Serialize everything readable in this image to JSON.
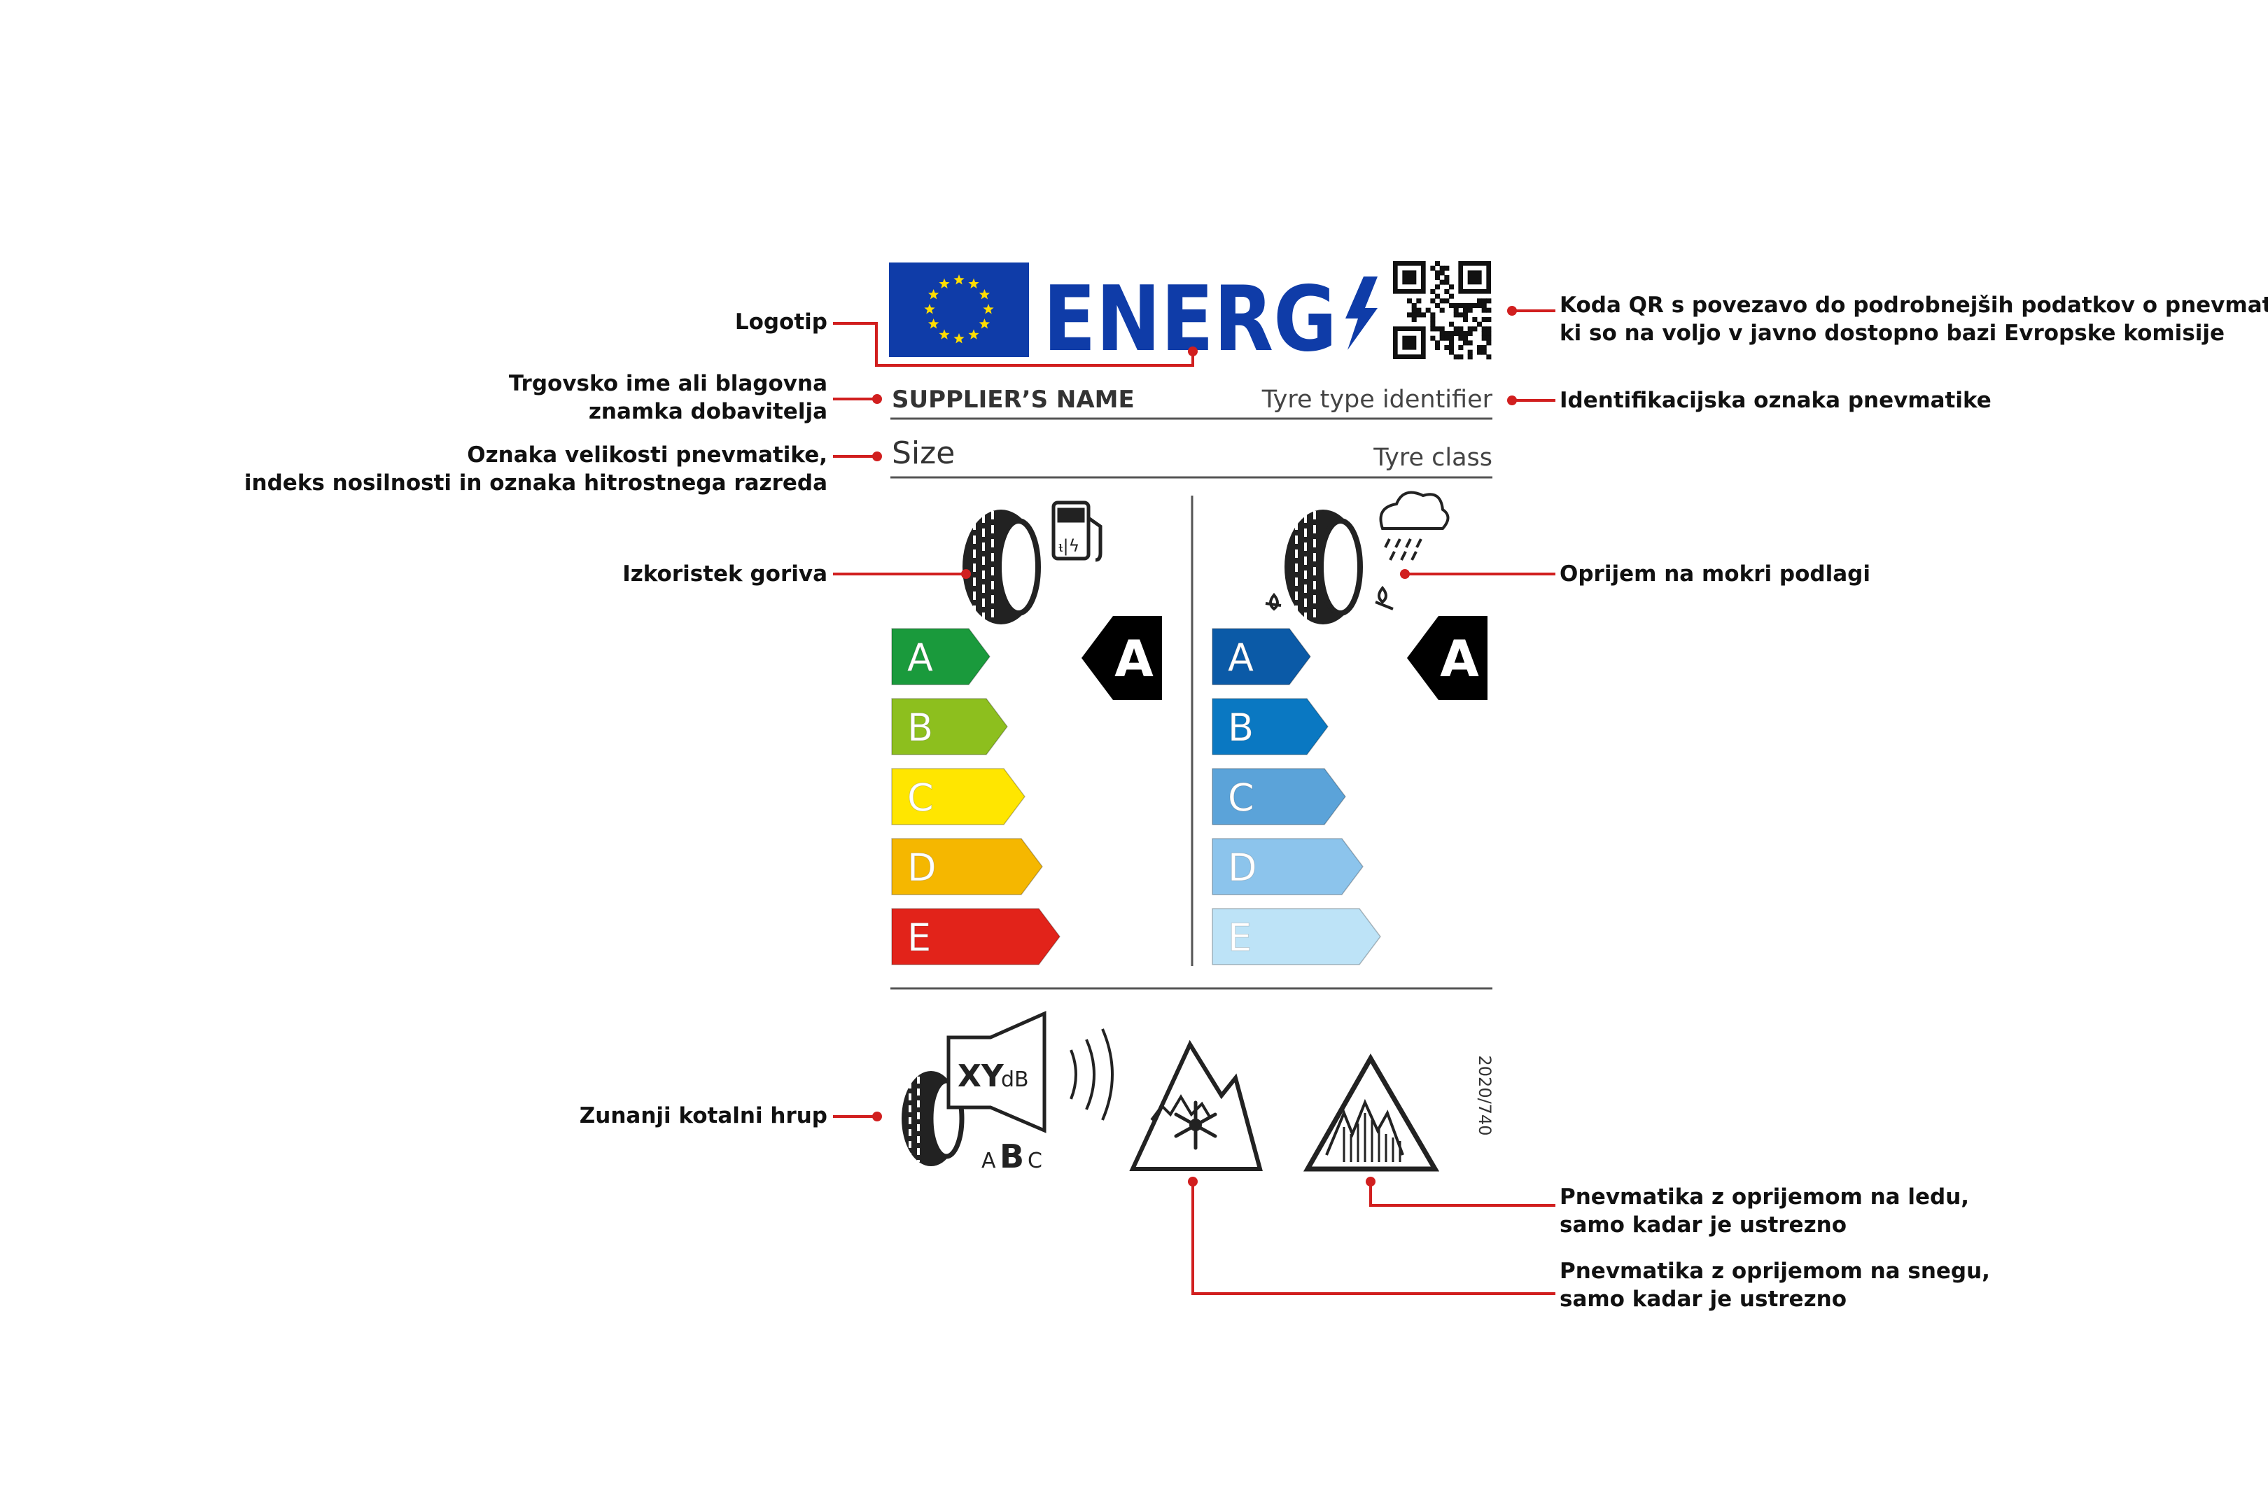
{
  "label": {
    "logo_text": "ENERG",
    "supplier_name": "SUPPLIER’S NAME",
    "tyre_type_identifier": "Tyre type identifier",
    "size": "Size",
    "tyre_class": "Tyre class",
    "fuel_classes": [
      "A",
      "B",
      "C",
      "D",
      "E"
    ],
    "fuel_rating": "A",
    "wet_classes": [
      "A",
      "B",
      "C",
      "D",
      "E"
    ],
    "wet_rating": "A",
    "noise_value": "XY",
    "noise_unit": "dB",
    "noise_class_left": "A",
    "noise_class_mid": "B",
    "noise_class_right": "C",
    "regulation": "2020/740",
    "fuel_colors": [
      "#1a9a3c",
      "#8dbf1e",
      "#ffe600",
      "#f5b700",
      "#e2231a"
    ],
    "wet_colors": [
      "#0b5aa7",
      "#0a78c2",
      "#5ba3d9",
      "#8cc4ec",
      "#bde3f7"
    ]
  },
  "callouts": {
    "logo": [
      "Logotip"
    ],
    "supplier": [
      "Trgovsko ime ali blagovna",
      "znamka dobavitelja"
    ],
    "size": [
      "Oznaka velikosti pnevmatike,",
      "indeks nosilnosti in oznaka hitrostnega razreda"
    ],
    "fuel": [
      "Izkoristek goriva"
    ],
    "noise": [
      "Zunanji kotalni hrup"
    ],
    "qr": [
      "Koda QR s povezavo do podrobnejših podatkov o pnevmatiki,",
      "ki so na voljo v javno dostopno bazi Evropske komisije"
    ],
    "identifier": [
      "Identifikacijska oznaka pnevmatike"
    ],
    "wet": [
      "Oprijem na mokri podlagi"
    ],
    "ice": [
      "Pnevmatika z oprijemom na ledu,",
      "samo kadar je ustrezno"
    ],
    "snow": [
      "Pnevmatika z oprijemom na snegu,",
      "samo kadar je ustrezno"
    ]
  }
}
